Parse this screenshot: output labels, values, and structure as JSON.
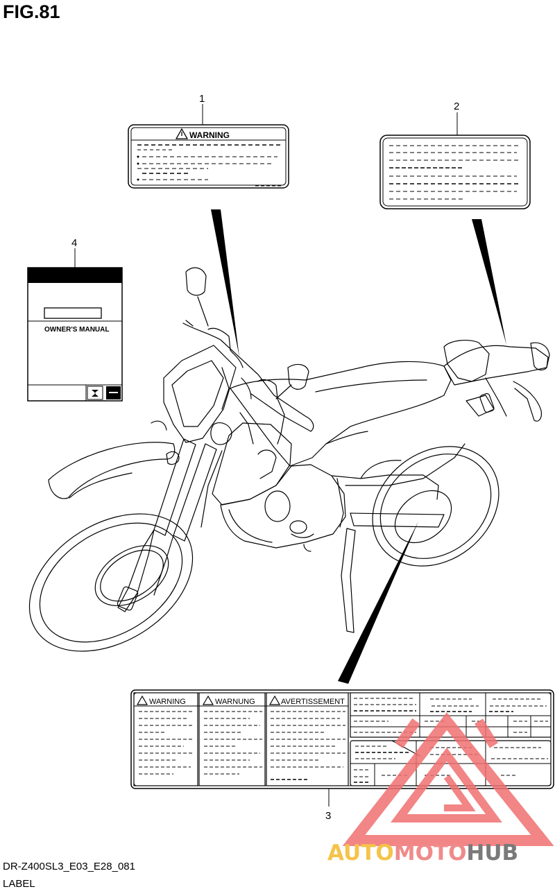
{
  "figure": {
    "title": "FIG.81",
    "model_code": "DR-Z400SL3_E03_E28_081",
    "caption": "LABEL"
  },
  "callouts": [
    "1",
    "2",
    "3",
    "4"
  ],
  "labels": {
    "warning_label_1": {
      "header": "WARNING"
    },
    "manual_4": {
      "title": "OWNER'S MANUAL"
    },
    "label_3": {
      "sections": [
        "WARNING",
        "WARNUNG",
        "AVERTISSEMENT"
      ]
    }
  },
  "watermark": {
    "parts": [
      "AUTO",
      "MOTO",
      "HUB"
    ],
    "colors": {
      "auto": "#f5c34a",
      "moto": "#f08a8a",
      "hub": "#7a7a7a",
      "logo": "#f07070"
    }
  },
  "colors": {
    "line": "#000000",
    "background": "#ffffff"
  }
}
